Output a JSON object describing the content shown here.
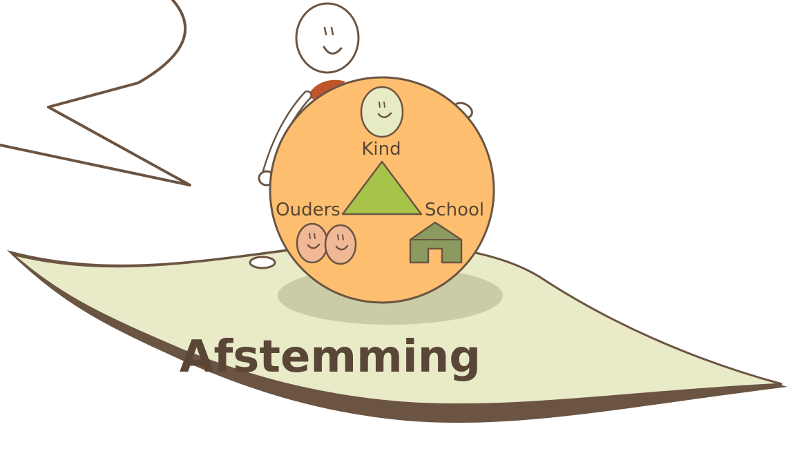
{
  "illustration": {
    "title": "Afstemming",
    "labels": {
      "kind": "Kind",
      "ouders": "Ouders",
      "school": "School"
    }
  },
  "colors": {
    "outline": "#6b5442",
    "leaf_fill": "#e8eac8",
    "leaf_shadow": "#6b5442",
    "ball_fill": "#fdbf6f",
    "triangle_fill": "#a7c34a",
    "house_fill": "#8b9a5e",
    "face_child": "#e6ebc3",
    "face_parent": "#f1b896",
    "shoulder": "#c0552b",
    "ground_shadow": "#c9cca7"
  },
  "icons": [
    "person-icon",
    "child-face-icon",
    "parent-faces-icon",
    "house-icon",
    "triangle-icon"
  ]
}
